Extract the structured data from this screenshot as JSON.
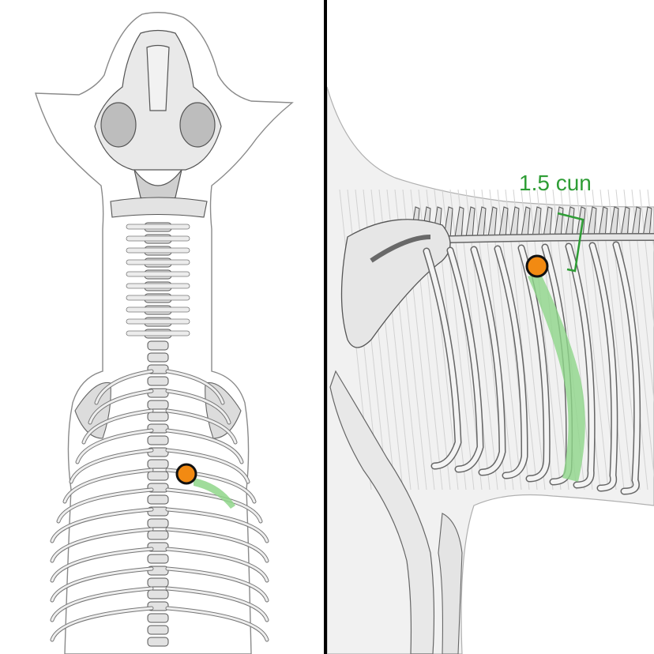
{
  "figure": {
    "measurement_label": "1.5 cun",
    "colors": {
      "point_fill": "#f28a12",
      "point_stroke": "#111111",
      "highlight": "#8fd68a",
      "measure_line": "#2e9d35",
      "divider": "#000000",
      "line_art": "#6f6f6f"
    },
    "icons": [
      "acupoint-marker-dorsal",
      "acupoint-marker-lateral",
      "measurement-bracket"
    ]
  }
}
